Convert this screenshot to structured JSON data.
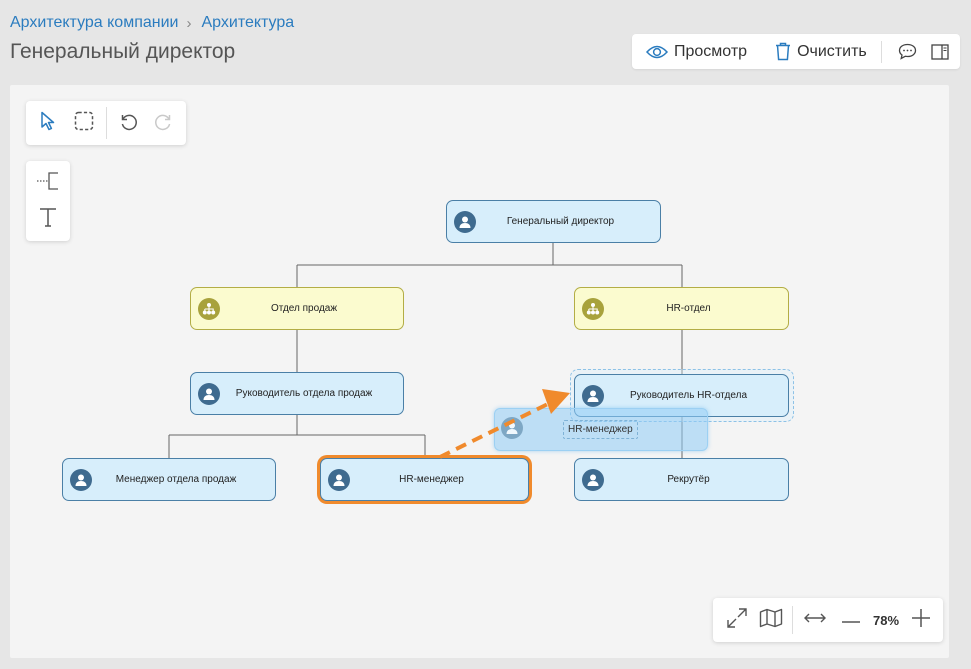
{
  "breadcrumb": {
    "root": "Архитектура компании",
    "current": "Архитектура"
  },
  "page_title": "Генеральный директор",
  "toolbar": {
    "view_label": "Просмотр",
    "clear_label": "Очистить"
  },
  "nodes": {
    "ceo": "Генеральный директор",
    "sales_dept": "Отдел продаж",
    "hr_dept": "HR-отдел",
    "sales_head": "Руководитель отдела продаж",
    "hr_head": "Руководитель HR-отдела",
    "sales_manager": "Менеджер отдела продаж",
    "hr_manager": "HR-менеджер",
    "recruiter": "Рекрутёр"
  },
  "drag_ghost_label": "HR-менеджер",
  "zoom": {
    "value": "78%"
  },
  "colors": {
    "accent": "#2b7cbf",
    "person_node_fill": "#d7eefb",
    "dept_node_fill": "#fbfbcf",
    "selection": "#f08a2c"
  }
}
